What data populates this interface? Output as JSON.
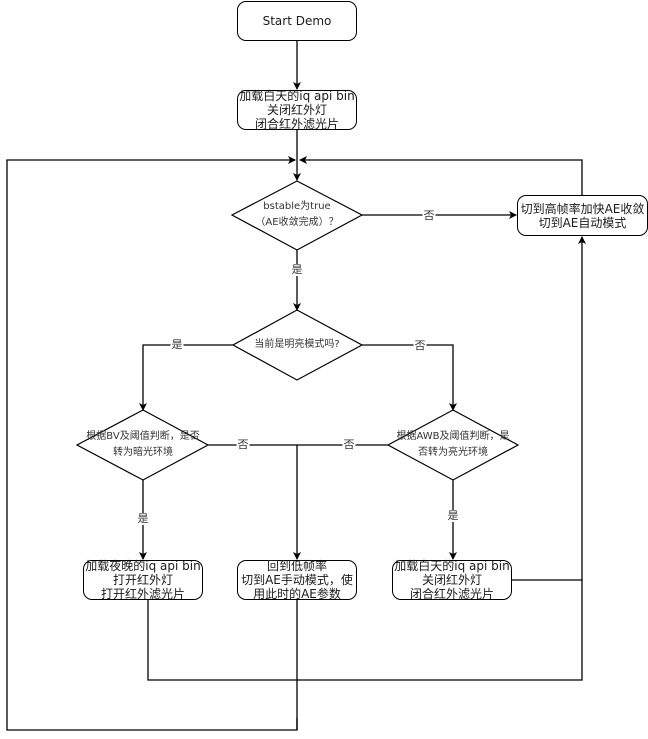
{
  "diagram": {
    "type": "flowchart",
    "line_color": "#000000",
    "text_color": "#1a1a1a",
    "nodes": {
      "start": {
        "lines": [
          "Start Demo"
        ]
      },
      "load_day_init": {
        "lines": [
          "加载白天的iq api bin",
          "关闭红外灯",
          "闭合红外滤光片"
        ]
      },
      "check_stable": {
        "lines": [
          "bstable为true",
          "（AE收敛完成）？"
        ]
      },
      "fast_converge": {
        "lines": [
          "切到高帧率加快AE收敛",
          "切到AE自动模式"
        ]
      },
      "check_bright_mode": {
        "lines": [
          "当前是明亮模式吗?"
        ]
      },
      "check_bv": {
        "lines": [
          "根据BV及阈值判断，是否",
          "转为暗光环境"
        ]
      },
      "check_awb": {
        "lines": [
          "根据AWB及阈值判断，是",
          "否转为亮光环境"
        ]
      },
      "load_night": {
        "lines": [
          "加载夜晚的iq api bin",
          "打开红外灯",
          "打开红外滤光片"
        ]
      },
      "low_fps_manual": {
        "lines": [
          "回到低帧率",
          "切到AE手动模式，使",
          "用此时的AE参数"
        ]
      },
      "load_day": {
        "lines": [
          "加载白天的iq api bin",
          "关闭红外灯",
          "闭合红外滤光片"
        ]
      }
    },
    "edge_labels": {
      "stable_no": "否",
      "stable_yes": "是",
      "bright_yes": "是",
      "bright_no": "否",
      "bv_no": "否",
      "awb_no": "否",
      "bv_yes": "是",
      "awb_yes": "是"
    }
  }
}
